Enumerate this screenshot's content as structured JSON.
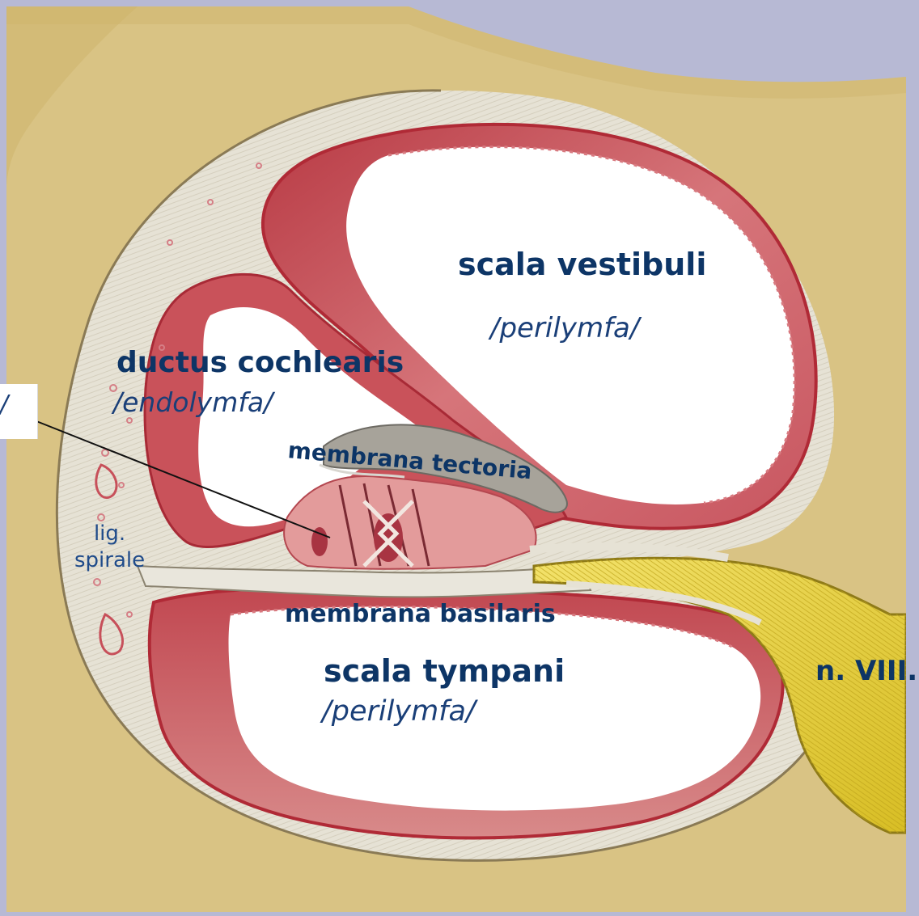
{
  "labels": {
    "scala_vestibuli": "scala vestibuli",
    "perilymfa_top": "/perilymfa/",
    "ductus_cochlearis": "ductus cochlearis",
    "endolymfa": "/endolymfa/",
    "membrana_tectoria": "membrana tectoria",
    "lig_line1": "lig.",
    "lig_line2": "spirale",
    "membrana_basilaris": "membrana basilaris",
    "scala_tympani": "scala tympani",
    "perilymfa_bottom": "/perilymfa/",
    "nerve": "n. VIII.",
    "callout": "/"
  },
  "colors": {
    "slide_background": "#b7b9d4",
    "bone": "#d9c384",
    "connective": "#e6e2d5",
    "wall": "#c8444e",
    "nerve": "#e9d23e",
    "tectorial": "#a7a39a",
    "label": "#0d3566"
  }
}
